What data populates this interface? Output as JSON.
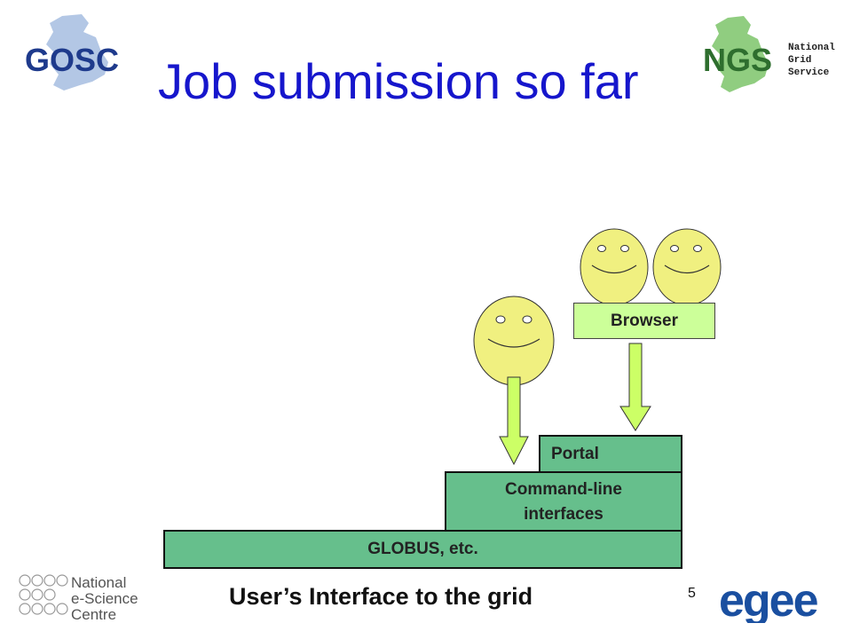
{
  "slide": {
    "title": "Job submission so far",
    "caption": "User’s Interface to the grid",
    "page_number": "5"
  },
  "logos": {
    "gosc": "GOSC",
    "ngs": "NGS",
    "ngs_sub": [
      "National",
      "Grid",
      "Service"
    ],
    "nesc": [
      "National",
      "e-Science",
      "Centre"
    ],
    "egee": "egee"
  },
  "diagram": {
    "layers": {
      "globus": "GLOBUS, etc.",
      "cli_line1": "Command-line",
      "cli_line2": "interfaces",
      "portal": "Portal",
      "browser": "Browser"
    },
    "colors": {
      "layer_fill": "#66bf8c",
      "browser_fill": "#ccff99",
      "arrow_fill": "#ccff66",
      "face_fill": "#f0f080",
      "title_color": "#1616cc"
    }
  }
}
